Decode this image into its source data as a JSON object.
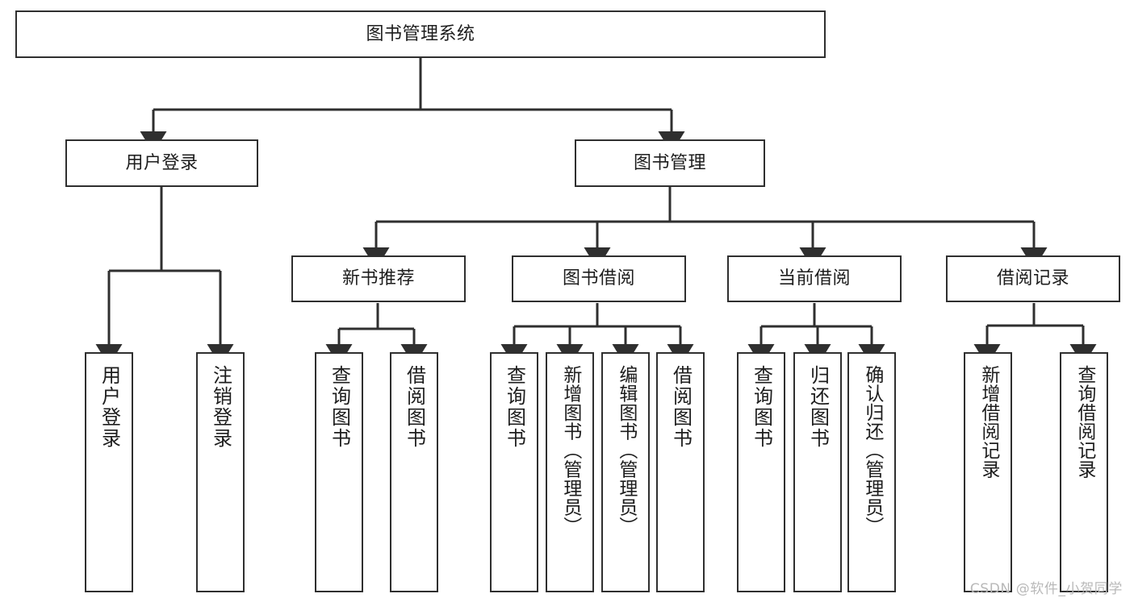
{
  "diagram": {
    "type": "tree-hierarchy",
    "title": "图书管理系统",
    "orientation": "top-down",
    "colors": {
      "box_border": "#2f2f2f",
      "box_fill": "#ffffff",
      "connector": "#2f2f2f",
      "text": "#1d1d1d",
      "watermark": "#b9b9b9",
      "background": "#ffffff"
    }
  },
  "root": {
    "label": "图书管理系统"
  },
  "level2": [
    {
      "label": "用户登录"
    },
    {
      "label": "图书管理"
    }
  ],
  "level3": [
    {
      "label": "新书推荐"
    },
    {
      "label": "图书借阅"
    },
    {
      "label": "当前借阅"
    },
    {
      "label": "借阅记录"
    }
  ],
  "leaves": {
    "user_login": [
      {
        "label": "用户登录"
      },
      {
        "label": "注销登录"
      }
    ],
    "new_book_recommend": [
      {
        "label": "查询图书"
      },
      {
        "label": "借阅图书"
      }
    ],
    "book_borrow": [
      {
        "label": "查询图书"
      },
      {
        "label": "新增图书（管理员）"
      },
      {
        "label": "编辑图书（管理员）"
      },
      {
        "label": "借阅图书"
      }
    ],
    "current_borrow": [
      {
        "label": "查询图书"
      },
      {
        "label": "归还图书"
      },
      {
        "label": "确认归还（管理员）"
      }
    ],
    "borrow_record": [
      {
        "label": "新增借阅记录"
      },
      {
        "label": "查询借阅记录"
      }
    ]
  },
  "watermark": {
    "text": "CSDN @软件_小贺同学"
  }
}
